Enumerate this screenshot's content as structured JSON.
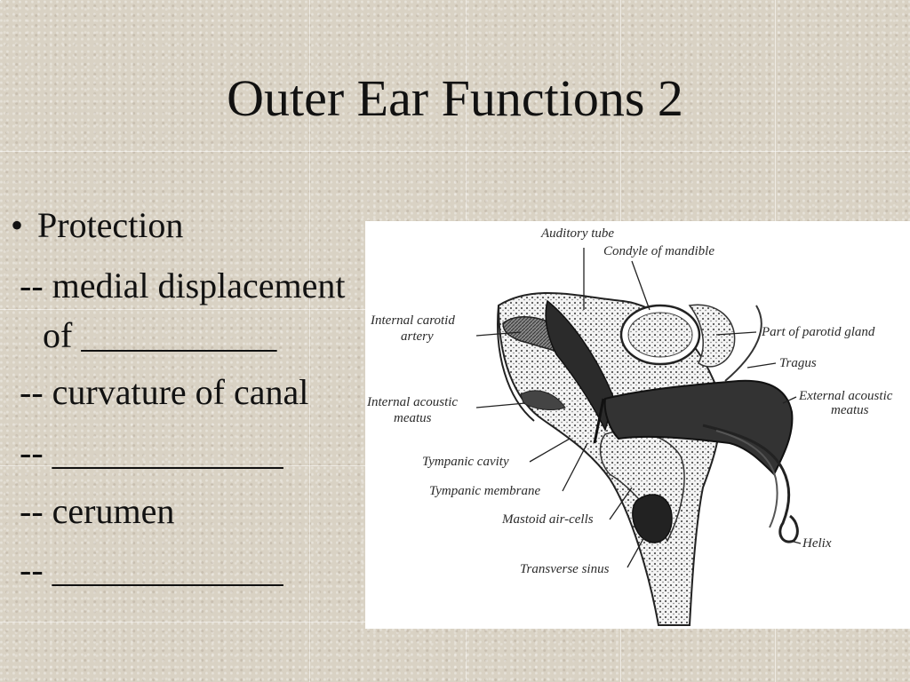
{
  "slide": {
    "title": "Outer Ear Functions 2",
    "bullet": "Protection",
    "lines": [
      "-- medial displacement",
      "of ___________",
      "-- curvature of canal",
      "-- _____________",
      "-- cerumen",
      "-- _____________"
    ]
  },
  "diagram": {
    "labels": {
      "auditory_tube": "Auditory tube",
      "condyle": "Condyle of mandible",
      "internal_carotid_1": "Internal carotid",
      "internal_carotid_2": "artery",
      "parotid": "Part of parotid gland",
      "tragus": "Tragus",
      "internal_acoustic_1": "Internal acoustic",
      "internal_acoustic_2": "meatus",
      "external_acoustic_1": "External acoustic",
      "external_acoustic_2": "meatus",
      "tympanic_cavity": "Tympanic cavity",
      "tympanic_membrane": "Tympanic membrane",
      "mastoid": "Mastoid air-cells",
      "helix": "Helix",
      "transverse_sinus": "Transverse sinus"
    }
  }
}
